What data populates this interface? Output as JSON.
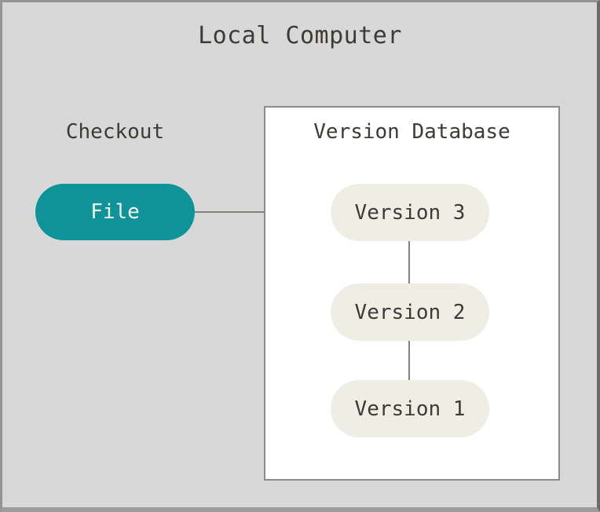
{
  "title": "Local Computer",
  "checkout": {
    "label": "Checkout"
  },
  "file_node": {
    "label": "File"
  },
  "version_database": {
    "title": "Version Database",
    "versions": [
      {
        "label": "Version 3"
      },
      {
        "label": "Version 2"
      },
      {
        "label": "Version 1"
      }
    ]
  },
  "colors": {
    "background": "#d8d8d8",
    "frame_border": "#949494",
    "box_background": "#ffffff",
    "box_border": "#8e8b88",
    "file_fill": "#0e9399",
    "file_text": "#f7f7f5",
    "version_fill": "#efeee5",
    "text": "#3e3a36",
    "connector": "#86807b"
  }
}
